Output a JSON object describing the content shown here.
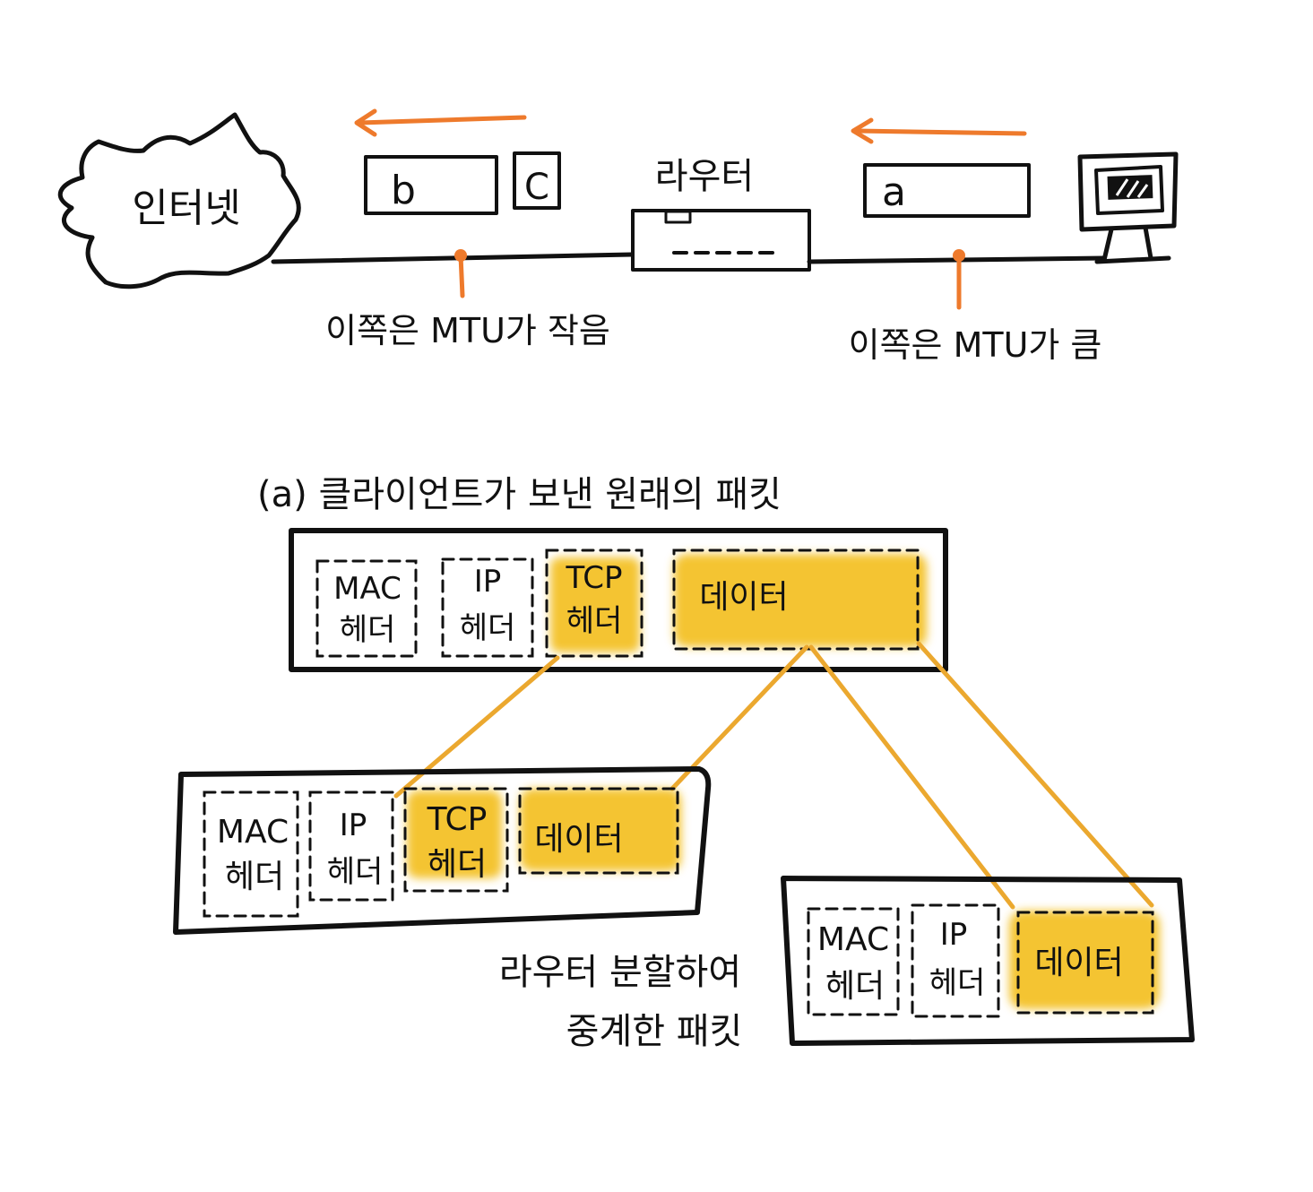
{
  "topology": {
    "internet_label": "인터넷",
    "router_label": "라우터",
    "left_packet_b": "b",
    "left_packet_c": "C",
    "right_packet_a": "a",
    "left_note": "이쪽은 MTU가 작음",
    "right_note": "이쪽은 MTU가 큼"
  },
  "original": {
    "caption": "(a) 클라이언트가 보낸 원래의 패킷",
    "mac": [
      "MAC",
      "헤더"
    ],
    "ip": [
      "IP",
      "헤더"
    ],
    "tcp": [
      "TCP",
      "헤더"
    ],
    "data": "데이터"
  },
  "fragment1": {
    "mac": [
      "MAC",
      "헤더"
    ],
    "ip": [
      "IP",
      "헤더"
    ],
    "tcp": [
      "TCP",
      "헤더"
    ],
    "data": "데이터"
  },
  "fragment2": {
    "mac": [
      "MAC",
      "헤더"
    ],
    "ip": [
      "IP",
      "헤더"
    ],
    "data": "데이터"
  },
  "bottom_caption": [
    "라우터 분할하여",
    "중계한 패킷"
  ],
  "colors": {
    "ink": "#111111",
    "arrow": "#ee7a2c",
    "highlight": "#f4c433",
    "connector": "#eba82f"
  }
}
